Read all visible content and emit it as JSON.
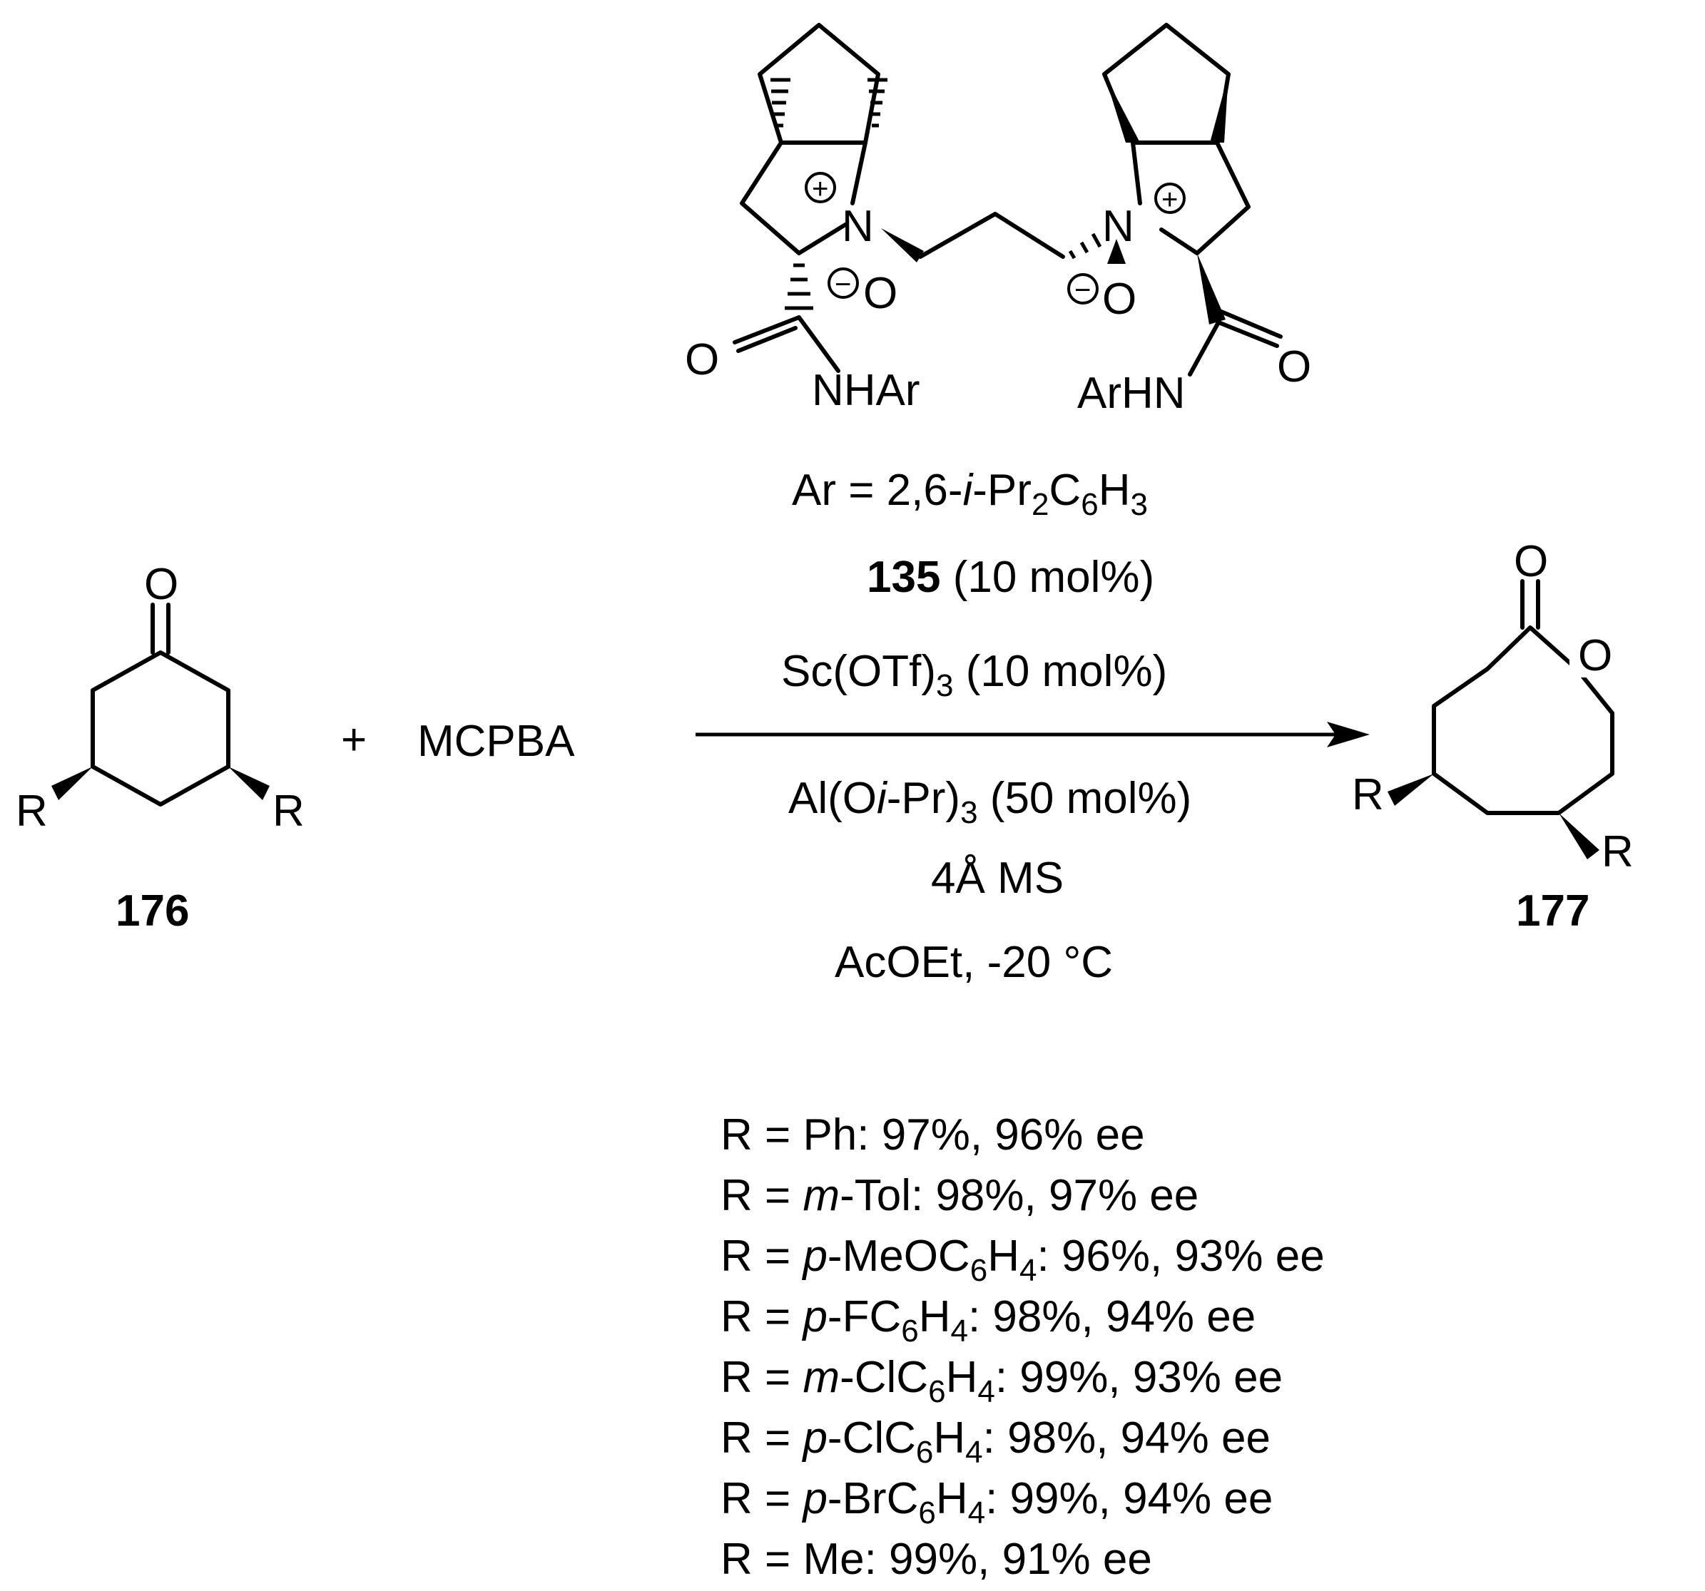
{
  "atoms": {
    "oxygen": "O",
    "nitrogen": "N",
    "nhar": "NHAr",
    "arhn": "ArHN",
    "r": "R",
    "plus_charge": "+",
    "minus_charge": "−"
  },
  "reagent": {
    "plus": "+",
    "name": "MCPBA"
  },
  "catalyst": {
    "ar_definition": {
      "prefix": "Ar = 2,6-",
      "italic": "i",
      "mid": "-Pr",
      "sub1": "2",
      "c": "C",
      "sub2": "6",
      "h": "H",
      "sub3": "3"
    },
    "label_number": "135",
    "label_loading": "(10 mol%)"
  },
  "conditions": {
    "above_2": {
      "main": "Sc(OTf)",
      "sub": "3",
      "rest": "(10 mol%)"
    },
    "below_1": {
      "pre": "Al(O",
      "italic": "i",
      "mid": "-Pr)",
      "sub": "3",
      "rest": "(50 mol%)"
    },
    "below_2": "4Å MS",
    "below_3": "AcOEt, -20 °C"
  },
  "compounds": {
    "substrate": "176",
    "product": "177"
  },
  "results": [
    {
      "pre": "R = ",
      "italic": "",
      "name": "Ph",
      "sub": "",
      "tail": "",
      "values": ": 97%, 96% ee"
    },
    {
      "pre": "R = ",
      "italic": "m",
      "name": "-Tol",
      "sub": "",
      "tail": "",
      "values": ": 98%, 97% ee"
    },
    {
      "pre": "R = ",
      "italic": "p",
      "name": "-MeOC",
      "sub": "6",
      "tail": "H4",
      "values": ": 96%, 93% ee"
    },
    {
      "pre": "R = ",
      "italic": "p",
      "name": "-FC",
      "sub": "6",
      "tail": "H4",
      "values": ": 98%, 94% ee"
    },
    {
      "pre": "R = ",
      "italic": "m",
      "name": "-ClC",
      "sub": "6",
      "tail": "H4",
      "values": ": 99%, 93% ee"
    },
    {
      "pre": "R = ",
      "italic": "p",
      "name": "-ClC",
      "sub": "6",
      "tail": "H4",
      "values": ": 98%, 94% ee"
    },
    {
      "pre": "R = ",
      "italic": "p",
      "name": "-BrC",
      "sub": "6",
      "tail": "H4",
      "values": ": 99%, 94% ee"
    },
    {
      "pre": "R = ",
      "italic": "",
      "name": "Me",
      "sub": "",
      "tail": "",
      "values": ": 99%, 91% ee"
    }
  ]
}
